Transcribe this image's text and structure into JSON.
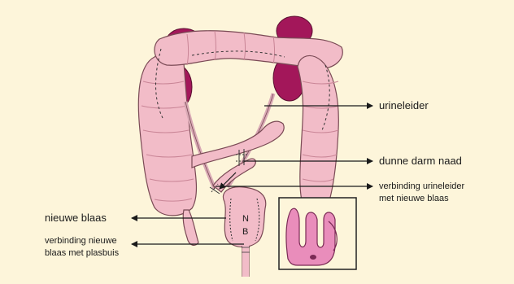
{
  "labels": {
    "ureter": "urineleider",
    "suture": "dunne darm naad",
    "connection_ureter_line1": "verbinding urineleider",
    "connection_ureter_line2": "met nieuwe blaas",
    "new_bladder": "nieuwe blaas",
    "connection_urethra_line1": "verbinding nieuwe",
    "connection_urethra_line2": "blaas met plasbuis",
    "bladder_letter_n": "N",
    "bladder_letter_b": "B"
  },
  "colors": {
    "background": "#fdf5da",
    "intestine": "#f2bcc8",
    "intestine_shade": "#d98fa3",
    "kidney": "#a3175a",
    "bladder_inset": "#e98dbb",
    "outline": "#5a3a40"
  }
}
